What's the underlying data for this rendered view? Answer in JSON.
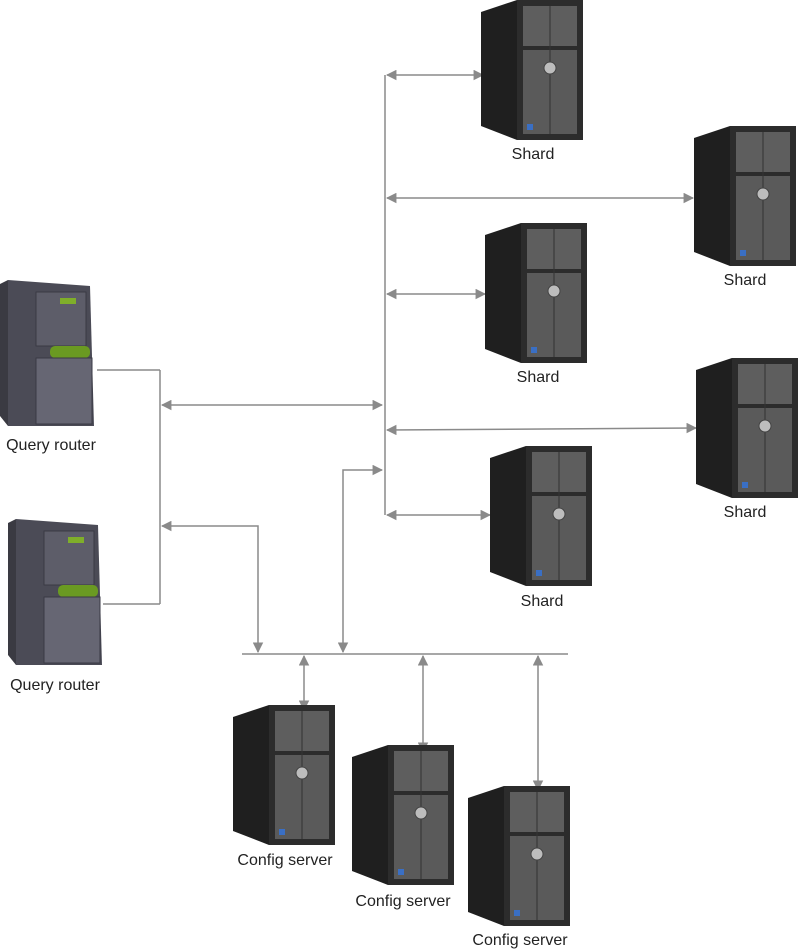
{
  "labels": {
    "query_router": "Query router",
    "shard": "Shard",
    "config_server": "Config server"
  },
  "colors": {
    "line": "#8a8a8a",
    "server_dark": "#2b2b2b",
    "router_body": "#5a5a66",
    "router_accent": "#7fae2a"
  }
}
